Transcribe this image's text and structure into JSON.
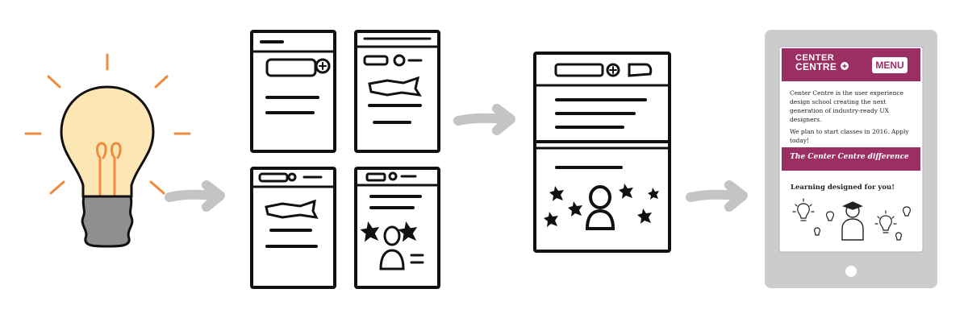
{
  "phone": {
    "logo_line1": "CENTER",
    "logo_line2": "CENTRE",
    "menu_label": "MENU",
    "paragraph1": "Center Centre is the user experience design school creating the next generation of industry-ready UX designers.",
    "paragraph2": "We plan to start classes in 2016. Apply today!",
    "banner": "The Center Centre difference",
    "learning_heading": "Learning designed for you!"
  },
  "colors": {
    "brand": "#9b2e62",
    "bulb_glow": "#fbe6b4",
    "bulb_filament": "#f08a3c",
    "arrow": "#c4c4c4",
    "tablet_frame": "#cccccc",
    "sketch_line": "#111111"
  },
  "icons": [
    "light-bulb-icon",
    "arrow-right-icon",
    "plus-icon",
    "star-icon",
    "person-icon"
  ]
}
